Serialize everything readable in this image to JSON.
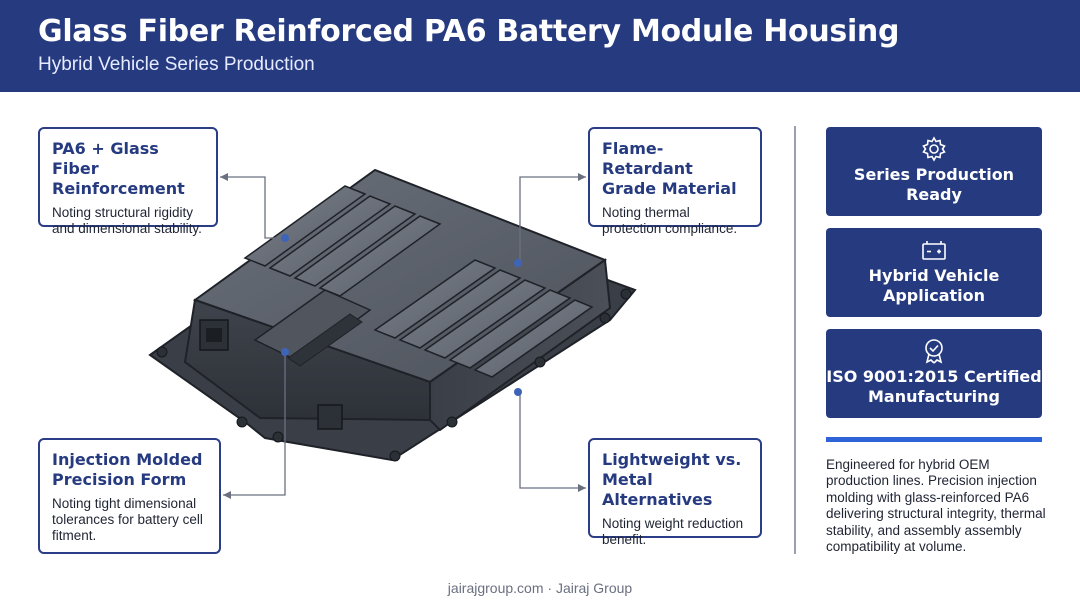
{
  "header": {
    "title": "Glass Fiber Reinforced PA6 Battery Module Housing",
    "subtitle": "Hybrid Vehicle Series Production"
  },
  "callouts": [
    {
      "title": "PA6 + Glass Fiber Reinforcement",
      "desc": "Noting structural rigidity and dimensional stability."
    },
    {
      "title": "Flame-Retardant Grade Material",
      "desc": "Noting thermal protection compliance."
    },
    {
      "title": "Injection Molded Precision Form",
      "desc": "Noting tight dimensional tolerances for battery cell fitment."
    },
    {
      "title": "Lightweight vs. Metal Alternatives",
      "desc": "Noting weight reduction benefit."
    }
  ],
  "badges": [
    {
      "label": "Series Production Ready",
      "icon": "gear-icon"
    },
    {
      "label": "Hybrid Vehicle Application",
      "icon": "battery-icon"
    },
    {
      "label": "ISO 9001:2015 Certified Manufacturing",
      "icon": "certified-badge-icon"
    }
  ],
  "description": "Engineered for hybrid OEM production lines. Precision injection molding with glass-reinforced PA6 delivering structural integrity, thermal stability, and assembly assembly compatibility at volume.",
  "footer": "jairajgroup.com · Jairaj Group",
  "colors": {
    "brand": "#263a80",
    "accent": "#2f64d8",
    "housing": "#4a4f58"
  }
}
